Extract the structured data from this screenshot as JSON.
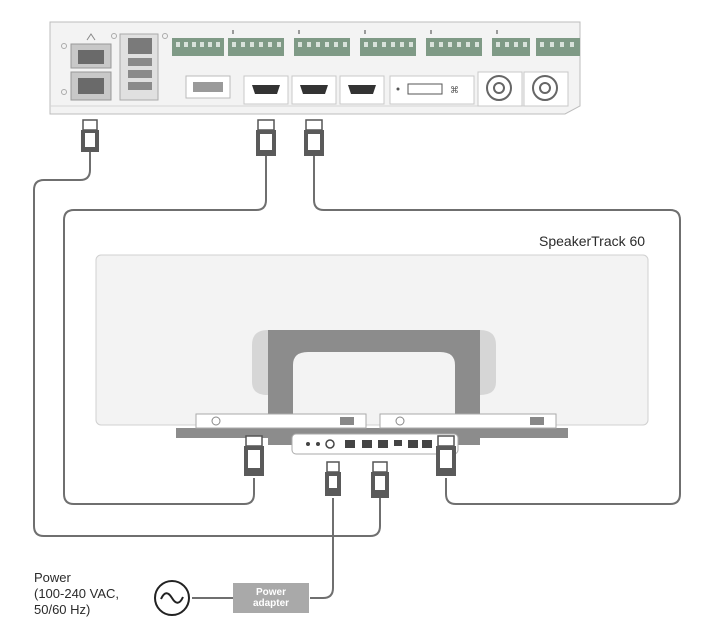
{
  "labels": {
    "camera": "SpeakerTrack 60",
    "power_lines": [
      "Power",
      "(100-240 VAC,",
      "50/60 Hz)"
    ],
    "adapter_lines": [
      "Power",
      "adapter"
    ]
  },
  "colors": {
    "cable": "#6f6f6f",
    "device_fill": "#f3f3f3",
    "device_stroke": "#bdbdbd",
    "connector": "#5a5a5a",
    "terminal_green": "#7f9a86",
    "bracket": "#8c8c8c",
    "adapter": "#a9a9a9"
  },
  "icons": [
    "ethernet-port-icon",
    "usb-port-icon",
    "hdmi-port-icon",
    "bnc-connector-icon",
    "ac-power-symbol-icon"
  ]
}
